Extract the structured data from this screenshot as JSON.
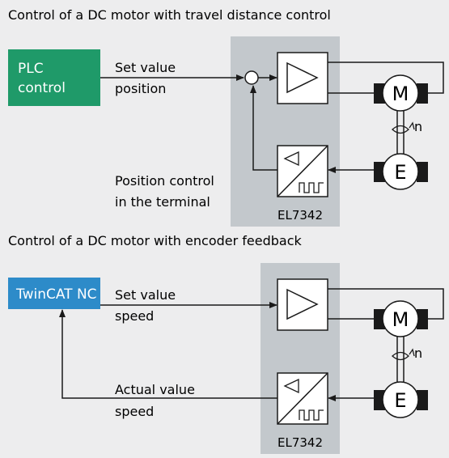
{
  "colors": {
    "background": "#ededee",
    "terminal_panel": "#c3c8cc",
    "plc_box": "#1f9a69",
    "twincat_box": "#2d8bc9",
    "line": "#1a1a1a",
    "component_fill": "#ffffff"
  },
  "section1": {
    "title": "Control of a DC motor with travel distance control",
    "controller_line1": "PLC",
    "controller_line2": "control",
    "setvalue_line1": "Set value",
    "setvalue_line2": "position",
    "note_line1": "Position control",
    "note_line2": "in the terminal",
    "terminal_label": "EL7342",
    "motor_label": "M",
    "encoder_label": "E",
    "speed_label": "n"
  },
  "section2": {
    "title": "Control of a DC motor with encoder feedback",
    "controller_label": "TwinCAT NC",
    "setvalue_line1": "Set value",
    "setvalue_line2": "speed",
    "actual_line1": "Actual value",
    "actual_line2": "speed",
    "terminal_label": "EL7342",
    "motor_label": "M",
    "encoder_label": "E",
    "speed_label": "n"
  }
}
